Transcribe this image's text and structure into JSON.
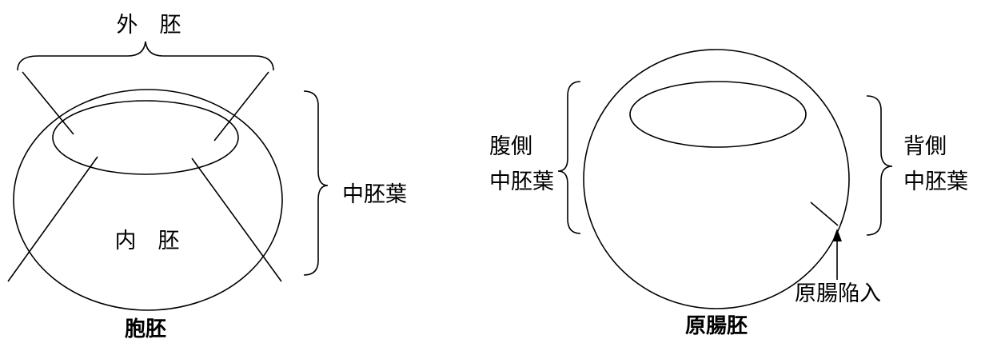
{
  "left_diagram": {
    "caption": "胞胚",
    "ectoderm_label": "外 胚",
    "endoderm_label": "内 胚",
    "mesoderm_label": "中胚葉"
  },
  "right_diagram": {
    "caption": "原腸胚",
    "ventral_line1": "腹側",
    "ventral_line2": "中胚葉",
    "dorsal_line1": "背側",
    "dorsal_line2": "中胚葉",
    "invagination_label": "原腸陥入"
  }
}
